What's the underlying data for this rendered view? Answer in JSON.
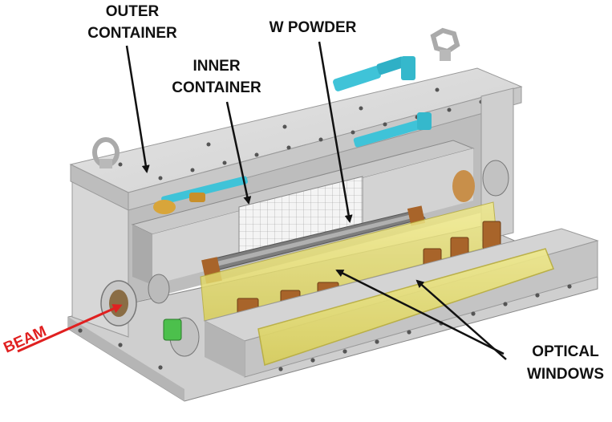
{
  "labels": {
    "outer_container": [
      "OUTER",
      "CONTAINER"
    ],
    "inner_container": [
      "INNER",
      "CONTAINER"
    ],
    "w_powder": "W POWDER",
    "beam": "BEAM",
    "optical_windows": [
      "OPTICAL",
      "WINDOWS"
    ]
  },
  "colors": {
    "steel_light": "#dcdcdc",
    "steel_mid": "#c4c4c4",
    "steel_dark": "#9a9a9a",
    "window_yellow": "#e9e27a",
    "copper": "#a8642a",
    "fitting_blue": "#3fc3d8",
    "beam_red": "#e02020",
    "arrow": "#111111"
  }
}
